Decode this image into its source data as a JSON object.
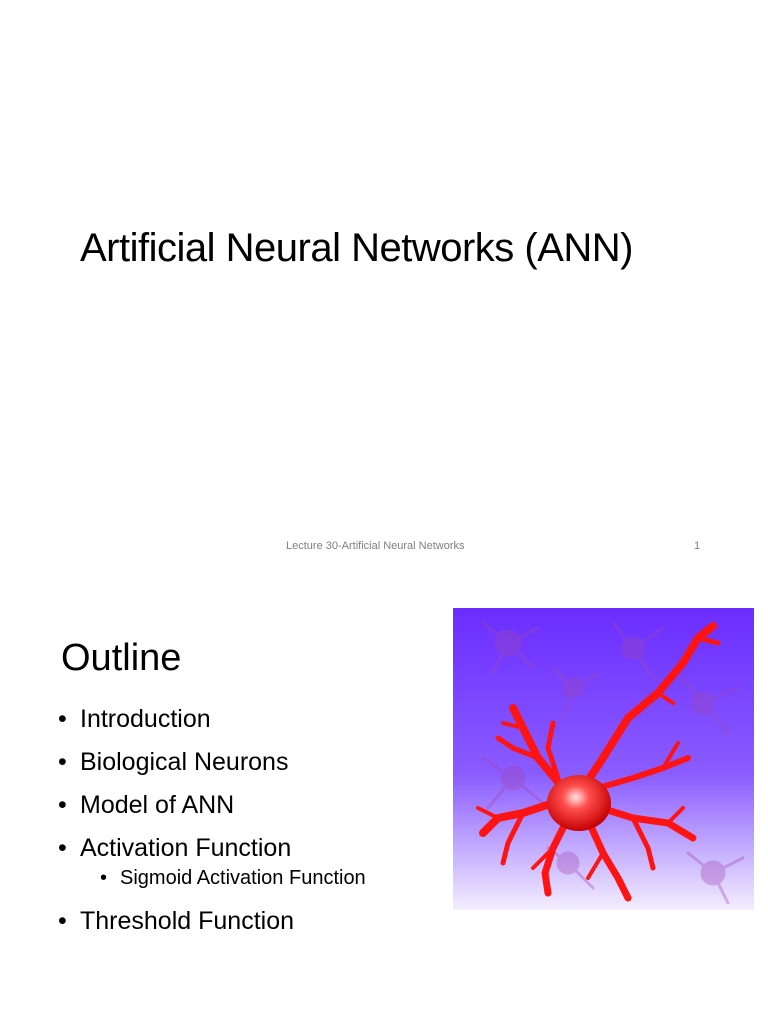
{
  "slide1": {
    "title": "Artificial Neural Networks (ANN)",
    "footer": "Lecture 30-Artificial Neural Networks",
    "page_number": "1"
  },
  "slide2": {
    "title": "Outline",
    "bullets": [
      "Introduction",
      "Biological Neurons",
      "Model of ANN",
      "Activation Function",
      "Sigmoid Activation Function",
      "Threshold Function"
    ],
    "image_icon": "neuron-illustration",
    "colors": {
      "background_top": "#6a2cff",
      "background_bottom": "#f2ecff",
      "neuron_red": "#ff1a1a"
    }
  }
}
